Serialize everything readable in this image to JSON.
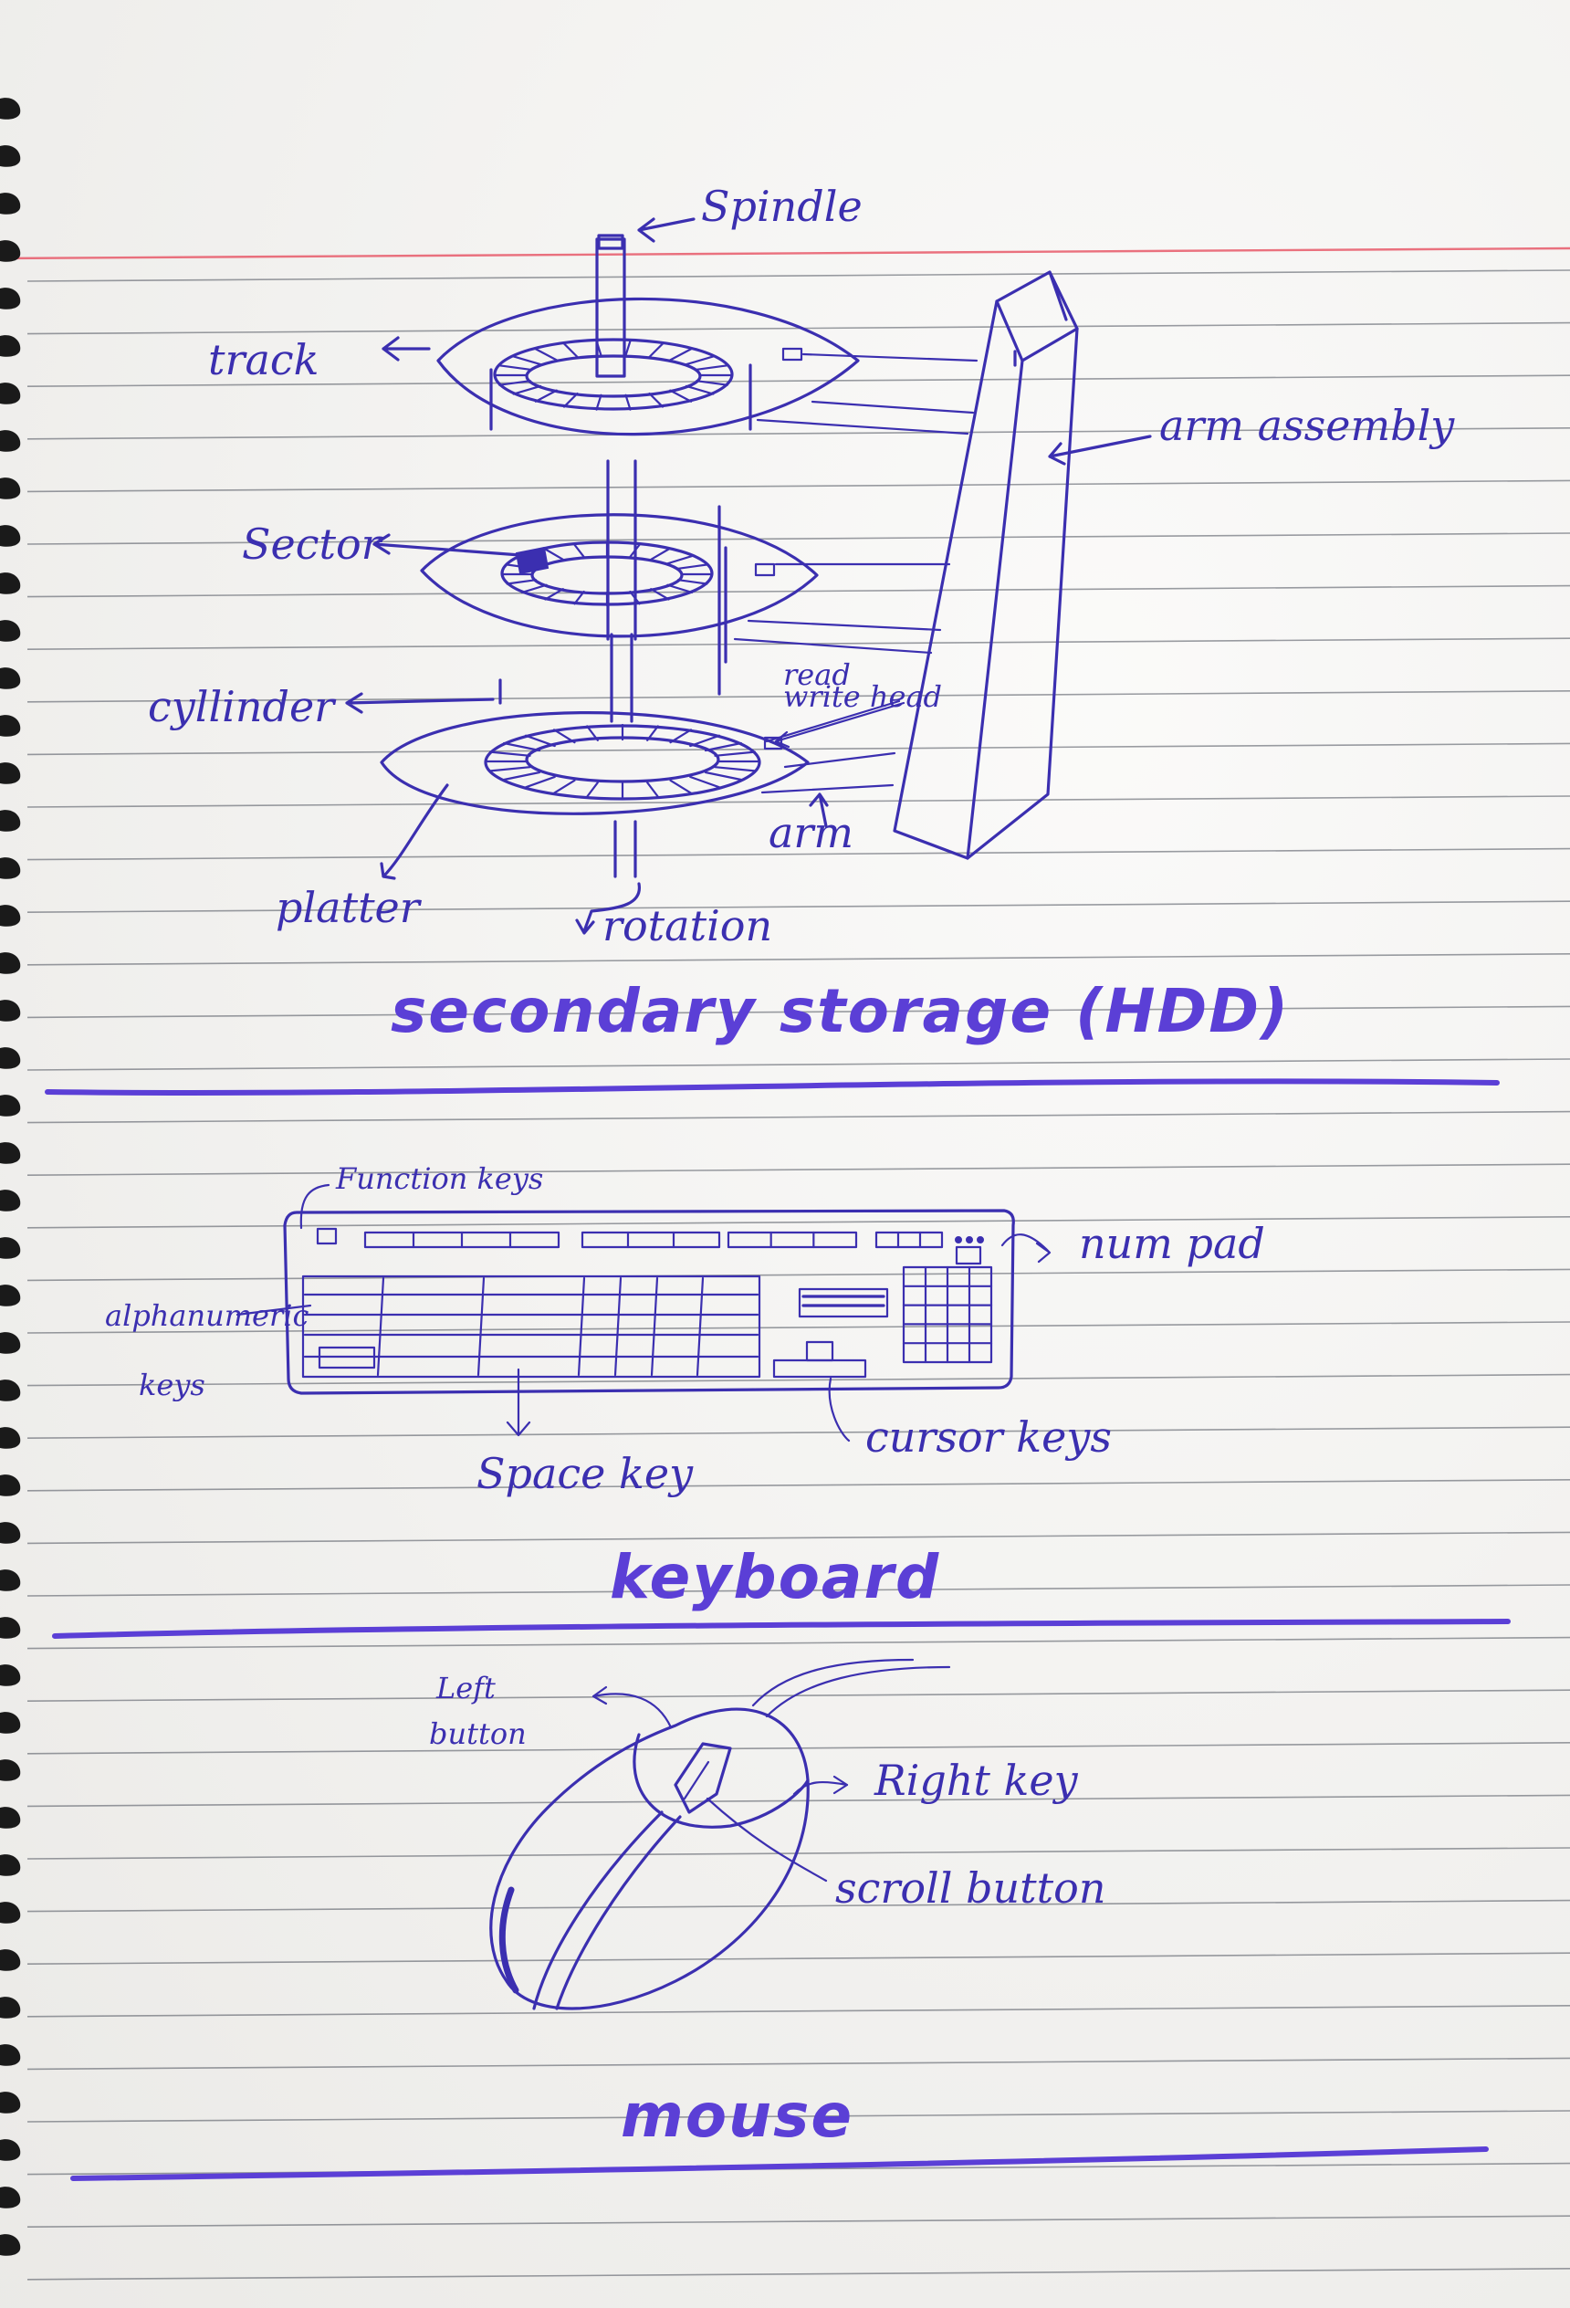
{
  "hdd": {
    "labels": {
      "spindle": "Spindle",
      "track": "track",
      "sector": "Sector",
      "cylinder": "cyllinder",
      "arm_assembly": "arm assembly",
      "read_write_head_1": "read",
      "read_write_head_2": "write head",
      "arm": "arm",
      "platter": "platter",
      "rotation": "rotation"
    },
    "title": "secondary storage (HDD)"
  },
  "keyboard": {
    "labels": {
      "function_keys": "Function keys",
      "num_pad": "num pad",
      "alphanumeric_1": "alphanumeric",
      "alphanumeric_2": "keys",
      "space_key": "Space key",
      "cursor_keys": "cursor keys"
    },
    "title": "keyboard"
  },
  "mouse": {
    "labels": {
      "left_button_1": "Left",
      "left_button_2": "button",
      "right_key": "Right key",
      "scroll_button": "scroll button"
    },
    "title": "mouse"
  },
  "colors": {
    "ink": "#3b2fb0",
    "title_ink": "#5b3fd6",
    "paper": "#f4f3f0",
    "ruled_line": "#4a4f5a",
    "margin_line": "#e85a6a"
  }
}
